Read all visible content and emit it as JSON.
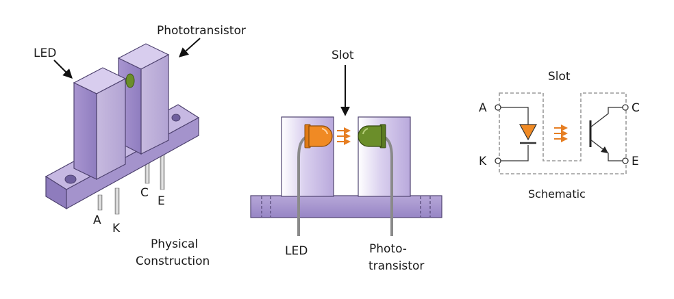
{
  "physical": {
    "led_label": "LED",
    "phototransistor_label": "Phototransistor",
    "pins": {
      "a": "A",
      "k": "K",
      "c": "C",
      "e": "E"
    },
    "caption_line1": "Physical",
    "caption_line2": "Construction"
  },
  "cross_section": {
    "slot_label": "Slot",
    "led_label": "LED",
    "photo_label_line1": "Photo-",
    "photo_label_line2": "transistor"
  },
  "schematic": {
    "slot_label": "Slot",
    "pins": {
      "a": "A",
      "k": "K",
      "c": "C",
      "e": "E"
    },
    "caption": "Schematic"
  },
  "colors": {
    "body_purple": "#b4a3d6",
    "led_orange": "#f08a24",
    "photo_green": "#6b8e2a",
    "arrow_orange": "#e67e22"
  }
}
